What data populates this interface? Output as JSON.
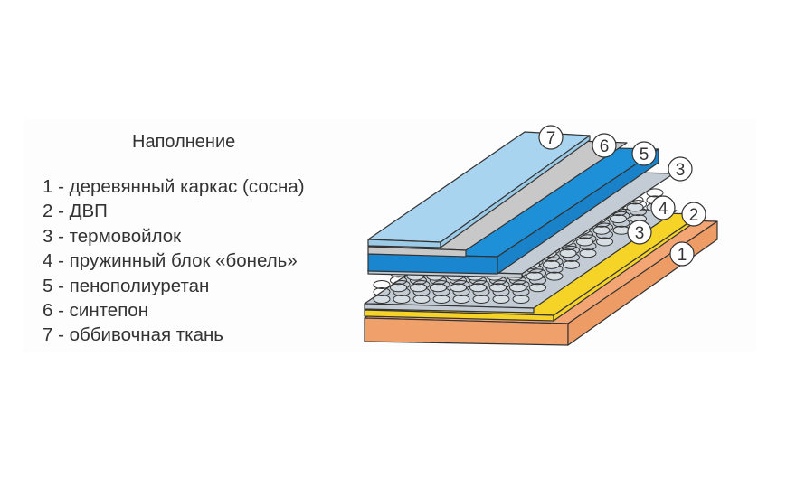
{
  "title": "Наполнение",
  "legend": [
    "1 - деревянный каркас (сосна)",
    "2 - ДВП",
    "3 - термовойлок",
    "4 - пружинный блок «бонель»",
    "5 - пенополиуретан",
    "6 - синтепон",
    "7 - оббивочная ткань"
  ],
  "callouts": [
    "7",
    "6",
    "5",
    "3",
    "4",
    "2",
    "3",
    "1"
  ],
  "colors": {
    "frame": "#f4a574",
    "fiberboard": "#f5d327",
    "felt": "#c3ccd4",
    "foam": "#1e90d8",
    "sintepon": "#c8c8c8",
    "fabric": "#a8d4f0"
  }
}
